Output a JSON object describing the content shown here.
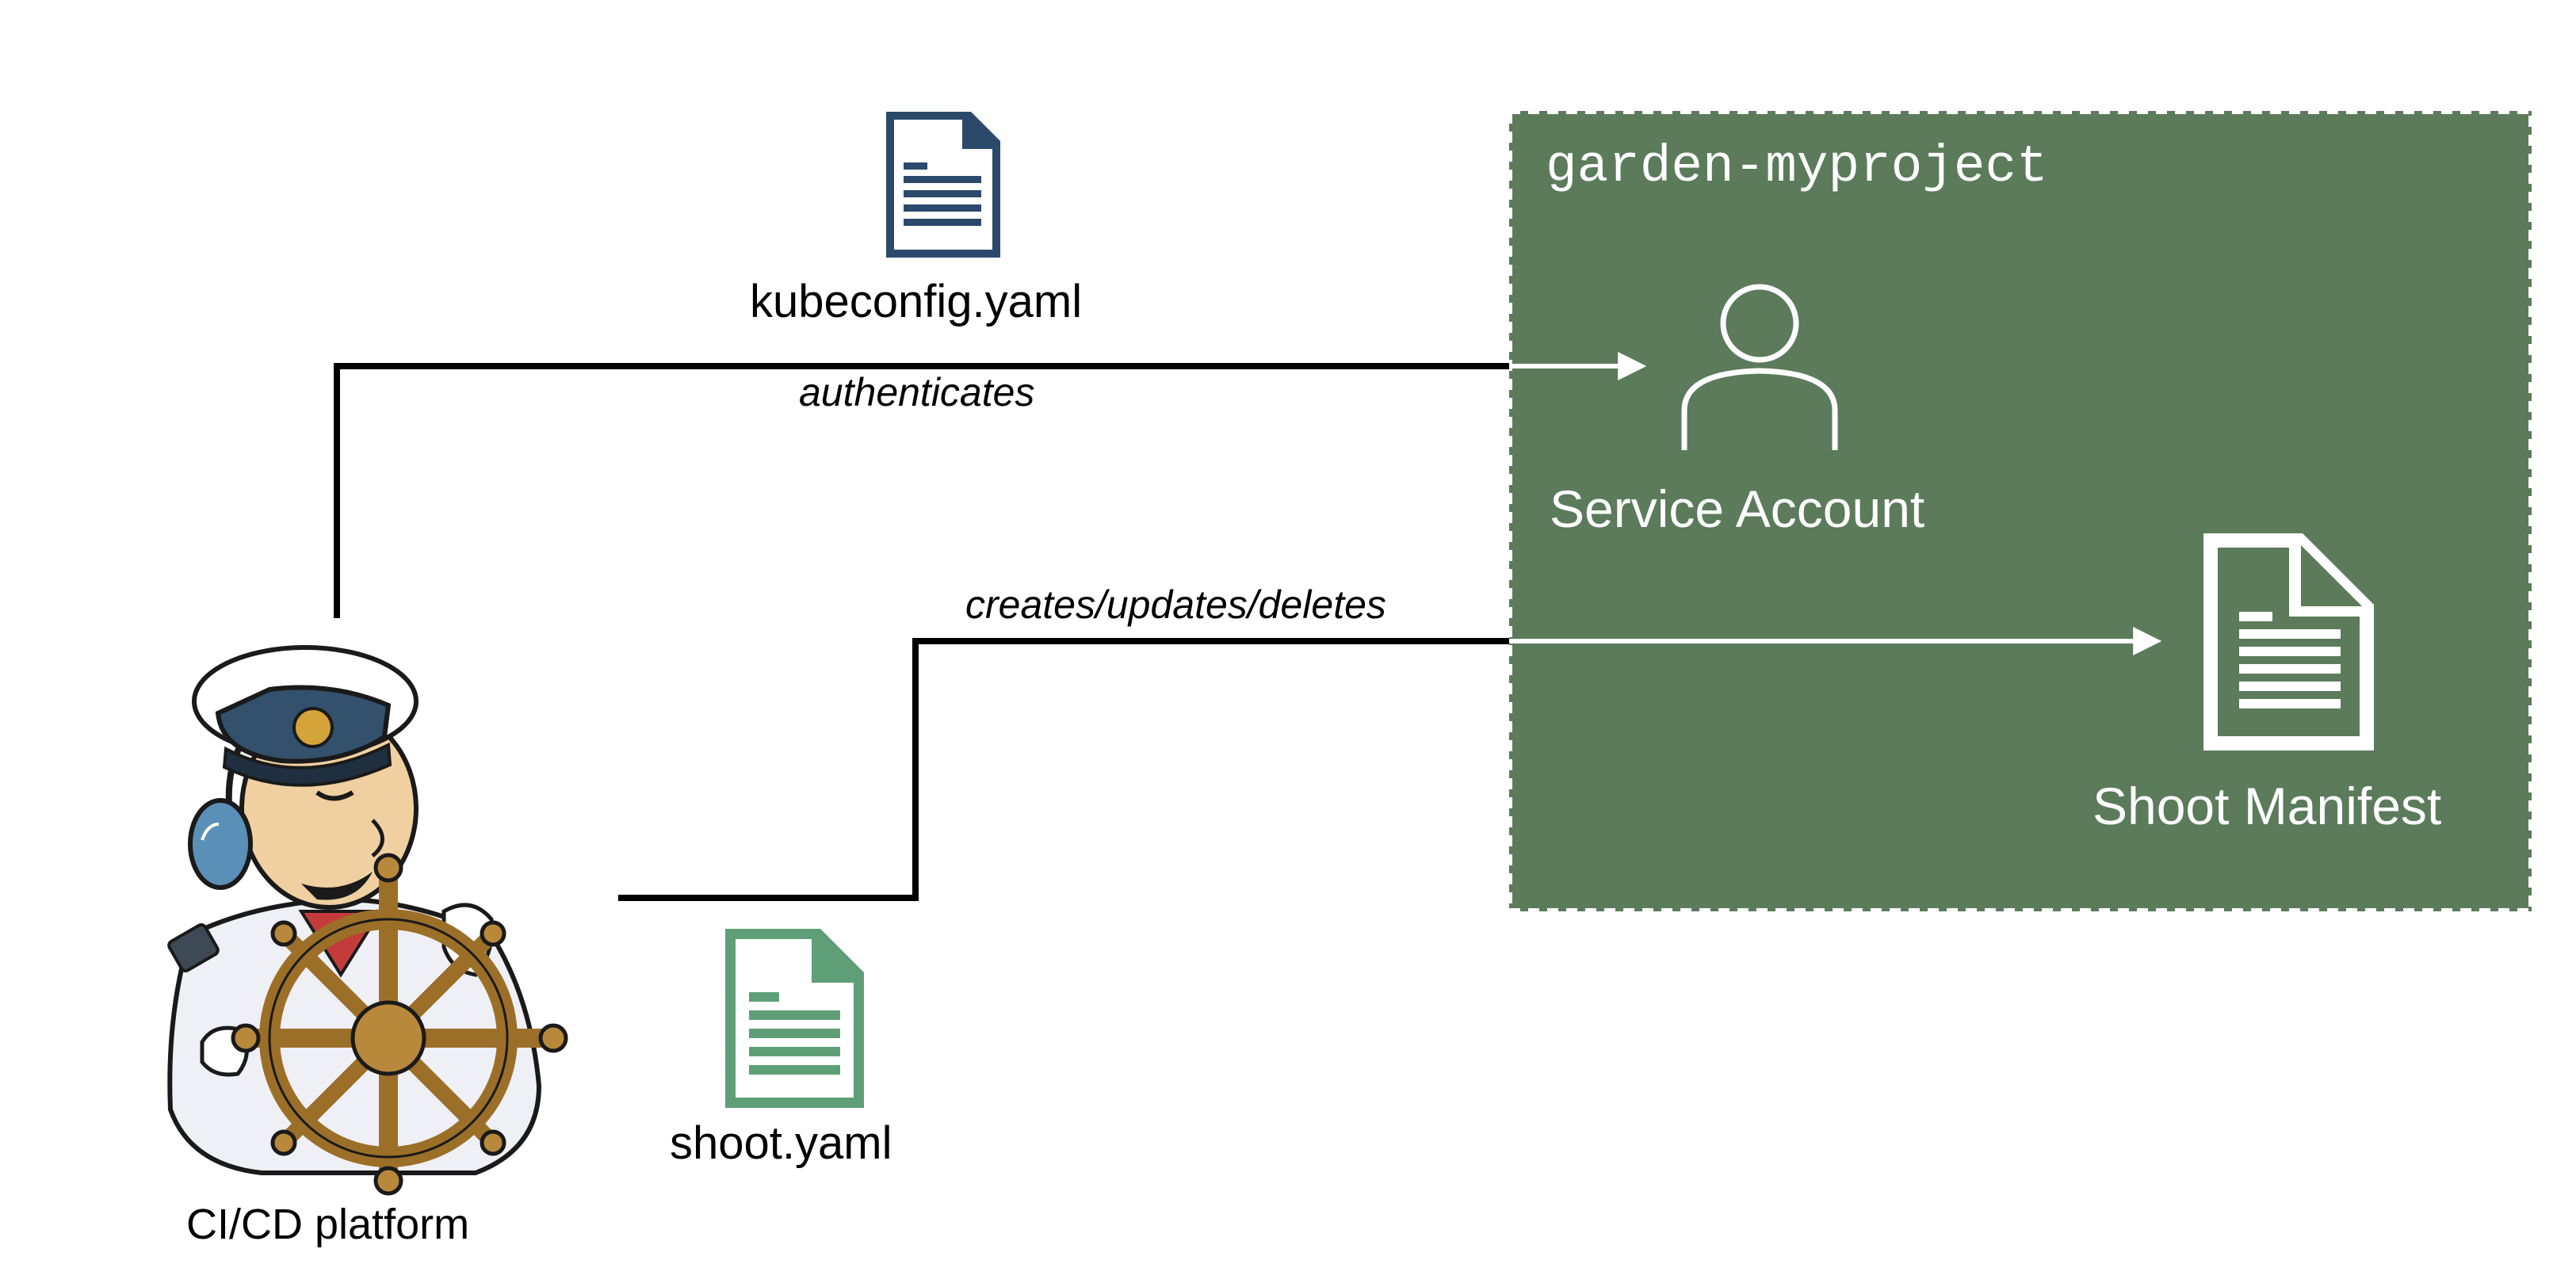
{
  "namespace": {
    "label": "garden-myproject",
    "fill_color": "#5b7b5b",
    "border_color": "#ffffff"
  },
  "ci_platform": {
    "label": "CI/CD platform",
    "icon": "jenkins-captain-icon"
  },
  "kubeconfig": {
    "label": "kubeconfig.yaml",
    "icon": "document-icon",
    "icon_color": "#2b4a6b"
  },
  "shoot_file": {
    "label": "shoot.yaml",
    "icon": "document-icon",
    "icon_color": "#5f9f78"
  },
  "service_account": {
    "label": "Service Account",
    "icon": "user-icon"
  },
  "shoot_manifest": {
    "label": "Shoot Manifest",
    "icon": "document-icon"
  },
  "edges": {
    "authenticates": "authenticates",
    "creates": "creates/updates/deletes"
  }
}
